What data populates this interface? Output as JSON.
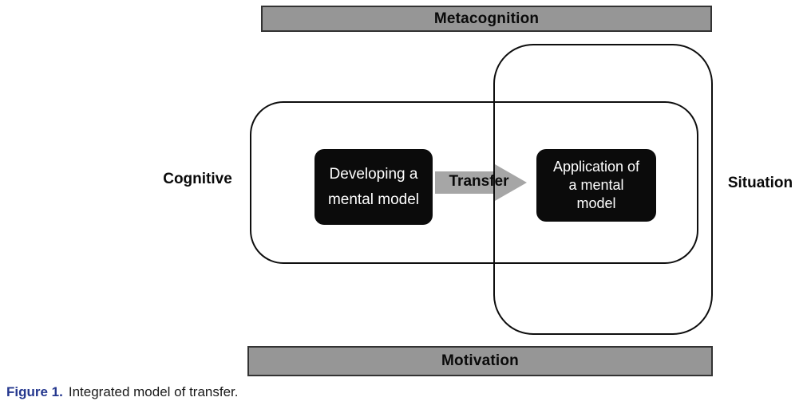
{
  "figure": {
    "caption_label": "Figure 1.",
    "caption_text": "Integrated model of transfer."
  },
  "diagram": {
    "metacognition_bar": "Metacognition",
    "motivation_bar": "Motivation",
    "cognitive_label": "Cognitive",
    "situation_label": "Situation",
    "developing_box": "Developing a\nmental model",
    "application_box": "Application of\na mental\nmodel",
    "transfer_label": "Transfer",
    "colors": {
      "bar_fill": "#969696",
      "bar_border": "#333333",
      "region_outline": "#0e0e0e",
      "arrow_fill": "#a6a6a6",
      "box_fill": "#0b0b0b",
      "box_text": "#ffffff",
      "caption_accent": "#24378e"
    }
  }
}
